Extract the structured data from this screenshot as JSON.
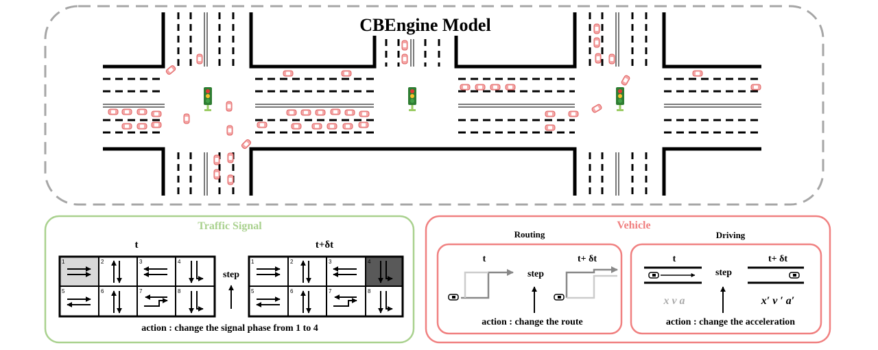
{
  "top": {
    "title": "CBEngine Model"
  },
  "traffic_signal": {
    "title": "Traffic Signal",
    "time_t": "t",
    "time_t2": "t+δt",
    "step_label": "step",
    "action": "action :  change the signal phase from 1 to 4",
    "phase_numbers": [
      "1",
      "2",
      "3",
      "4",
      "5",
      "6",
      "7",
      "8"
    ],
    "active_phase_before": "1",
    "active_phase_after": "4"
  },
  "vehicle": {
    "title": "Vehicle",
    "routing": {
      "title": "Routing",
      "time_t": "t",
      "time_t2": "t+ δt",
      "step_label": "step",
      "action": "action :  change the route"
    },
    "driving": {
      "title": "Driving",
      "time_t": "t",
      "time_t2": "t+ δt",
      "step_label": "step",
      "vars_before": "x  v  a",
      "vars_after": "x′  v ′ a′",
      "action": "action :  change the acceleration"
    }
  },
  "colors": {
    "signal_green": "#a9d18e",
    "vehicle_red": "#f08080",
    "car_fill": "#f4a6a6",
    "dashed_border": "#a6a6a6",
    "active_before": "#d9d9d9",
    "active_after": "#595959"
  }
}
